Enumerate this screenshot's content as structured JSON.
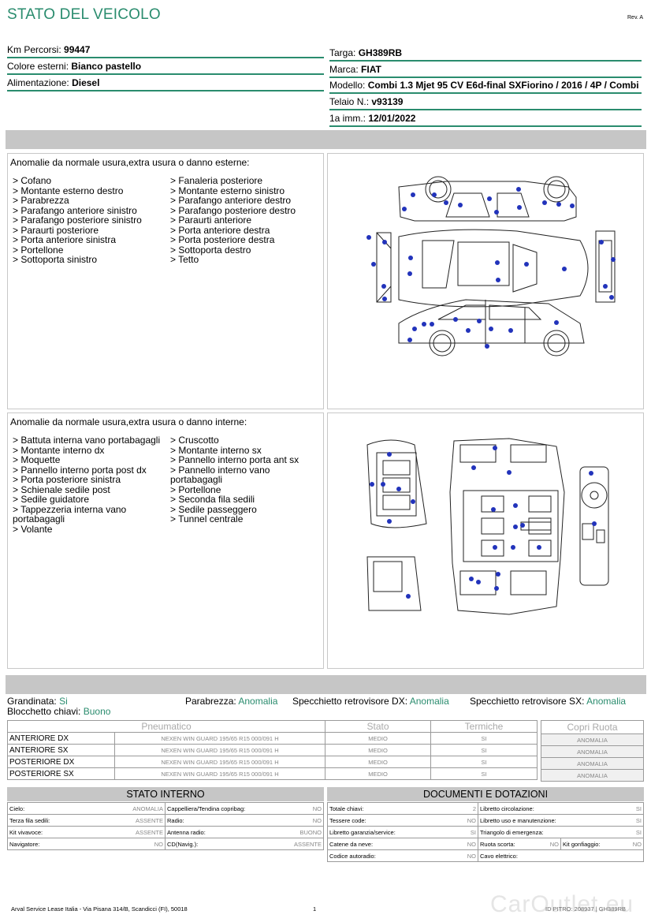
{
  "header": {
    "title": "STATO DEL VEICOLO",
    "revision": "Rev. A"
  },
  "vehicle": {
    "km_label": "Km Percorsi:",
    "km_value": "99447",
    "color_label": "Colore esterni:",
    "color_value": "Bianco pastello",
    "fuel_label": "Alimentazione:",
    "fuel_value": "Diesel",
    "plate_label": "Targa:",
    "plate_value": "GH389RB",
    "brand_label": "Marca:",
    "brand_value": "FIAT",
    "model_label": "Modello:",
    "model_value": "Combi 1.3 Mjet 95 CV E6d-final SXFiorino / 2016 / 4P / Combi",
    "chassis_label": "Telaio N.:",
    "chassis_value": "v93139",
    "reg_label": "1a imm.:",
    "reg_value": "12/01/2022"
  },
  "external": {
    "title": "Anomalie da normale usura,extra usura o danno esterne:",
    "col1": [
      "> Cofano",
      "> Montante esterno destro",
      "> Parabrezza",
      "> Parafango anteriore sinistro",
      "> Parafango posteriore sinistro",
      "> Paraurti posteriore",
      "> Porta anteriore sinistra",
      "> Portellone",
      "> Sottoporta sinistro"
    ],
    "col2": [
      "> Fanaleria posteriore",
      "> Montante esterno sinistro",
      "> Parafango anteriore destro",
      "> Parafango posteriore destro",
      "> Paraurti anteriore",
      "> Porta anteriore destra",
      "> Porta posteriore destra",
      "> Sottoporta destro",
      "> Tetto"
    ]
  },
  "internal": {
    "title": "Anomalie da normale usura,extra usura o danno interne:",
    "col1": [
      "> Battuta interna vano portabagagli",
      "> Montante interno dx",
      "> Moquette",
      "> Pannello interno porta post dx",
      "> Porta posteriore sinistra",
      "> Schienale sedile post",
      "> Sedile guidatore",
      "> Tappezzeria interna vano portabagagli",
      "> Volante"
    ],
    "col2": [
      "> Cruscotto",
      "> Montante interno sx",
      "> Pannello interno porta ant sx",
      "> Pannello interno vano portabagagli",
      "> Portellone",
      "> Seconda fila sedili",
      "> Sedile passeggero",
      "> Tunnel centrale"
    ]
  },
  "summary": {
    "hail_label": "Grandinata:",
    "hail_value": "Si",
    "windshield_label": "Parabrezza:",
    "windshield_value": "Anomalia",
    "mirror_dx_label": "Specchietto retrovisore DX:",
    "mirror_dx_value": "Anomalia",
    "mirror_sx_label": "Specchietto retrovisore SX:",
    "mirror_sx_value": "Anomalia",
    "keylock_label": "Blocchetto chiavi:",
    "keylock_value": "Buono"
  },
  "tyres": {
    "headers": [
      "Pneumatico",
      "Stato",
      "Termiche"
    ],
    "rows": [
      {
        "pos": "ANTERIORE DX",
        "model": "NEXEN WIN GUARD 195/65 R15 000/091 H",
        "state": "MEDIO",
        "winter": "SI"
      },
      {
        "pos": "ANTERIORE SX",
        "model": "NEXEN WIN GUARD 195/65 R15 000/091 H",
        "state": "MEDIO",
        "winter": "SI"
      },
      {
        "pos": "POSTERIORE DX",
        "model": "NEXEN WIN GUARD 195/65 R15 000/091 H",
        "state": "MEDIO",
        "winter": "SI"
      },
      {
        "pos": "POSTERIORE SX",
        "model": "NEXEN WIN GUARD 195/65 R15 000/091 H",
        "state": "MEDIO",
        "winter": "SI"
      }
    ],
    "cover_header": "Copri Ruota",
    "cover_values": [
      "ANOMALIA",
      "ANOMALIA",
      "ANOMALIA",
      "ANOMALIA"
    ]
  },
  "interior_state": {
    "title": "STATO INTERNO",
    "rows": [
      [
        {
          "l": "Cielo:",
          "v": "ANOMALIA"
        },
        {
          "l": "Cappelliera/Tendina copribag:",
          "v": "NO"
        }
      ],
      [
        {
          "l": "Terza fila sedili:",
          "v": "ASSENTE"
        },
        {
          "l": "Radio:",
          "v": "NO"
        }
      ],
      [
        {
          "l": "Kit vivavoce:",
          "v": "ASSENTE"
        },
        {
          "l": "Antenna radio:",
          "v": "BUONO"
        }
      ],
      [
        {
          "l": "Navigatore:",
          "v": "NO"
        },
        {
          "l": "CD(Navig.):",
          "v": "ASSENTE"
        }
      ]
    ]
  },
  "documents": {
    "title": "DOCUMENTI E DOTAZIONI",
    "rows": [
      [
        {
          "l": "Totale chiavi:",
          "v": "2"
        },
        {
          "l": "Libretto circolazione:",
          "v": "SI"
        }
      ],
      [
        {
          "l": "Tessere code:",
          "v": "NO"
        },
        {
          "l": "Libretto uso e manutenzione:",
          "v": "SI"
        }
      ],
      [
        {
          "l": "Libretto garanzia/service:",
          "v": "SI"
        },
        {
          "l": "Triangolo di emergenza:",
          "v": "SI"
        }
      ],
      [
        {
          "l": "Catene da neve:",
          "v": "NO"
        },
        {
          "l": "Ruota scorta:",
          "v": "NO"
        },
        {
          "l": "Kit gonfiaggio:",
          "v": "NO"
        }
      ],
      [
        {
          "l": "Codice autoradio:",
          "v": "NO"
        },
        {
          "l": "Cavo elettrico:",
          "v": ""
        }
      ]
    ]
  },
  "footer": {
    "company": "Arval Service Lease Italia - Via Pisana 314/B, Scandicci (FI), 50018",
    "page": "1",
    "ref": "ID PITRO: 208937 | GH389RB",
    "watermark": "CarOutlet.eu"
  },
  "colors": {
    "accent": "#2a8c6e",
    "band": "#c6c6c6",
    "marker": "#2233bb"
  }
}
